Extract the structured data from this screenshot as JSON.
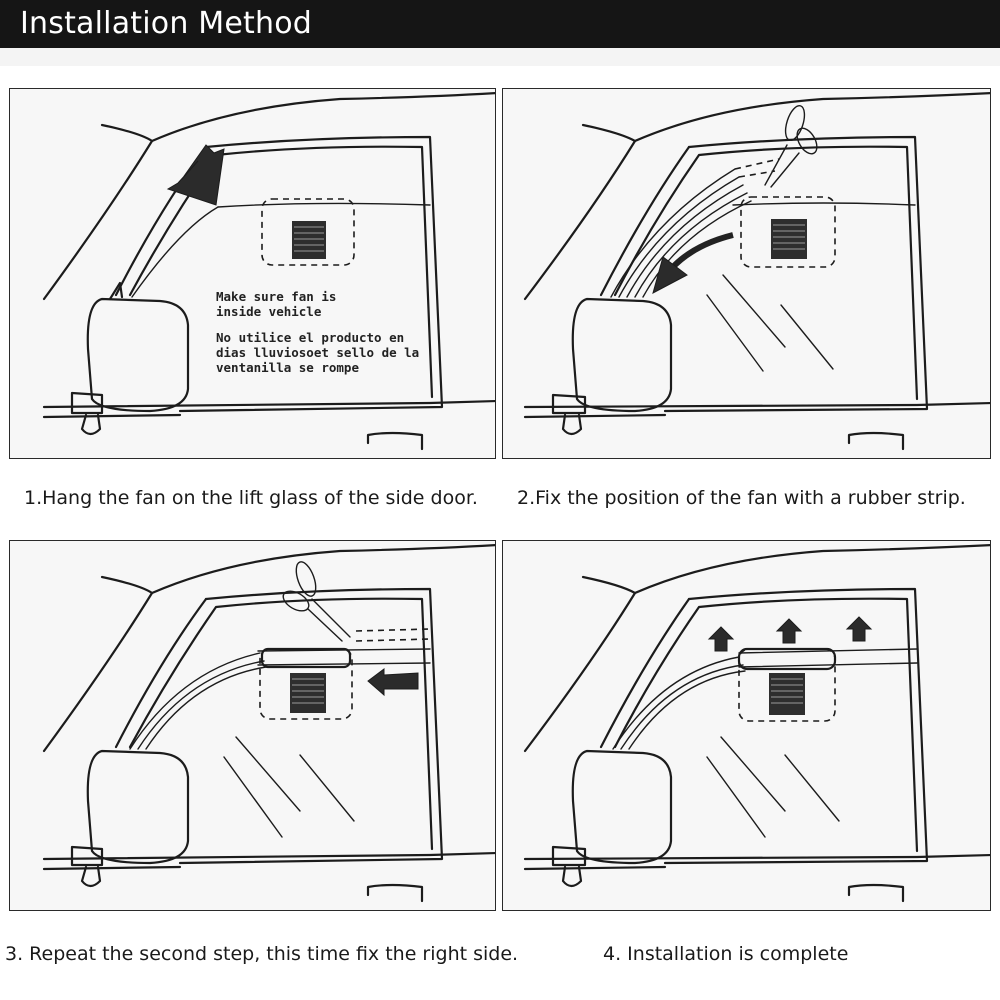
{
  "header": {
    "title": "Installation Method"
  },
  "steps": [
    {
      "caption": "1.Hang the fan on the lift glass of the side door."
    },
    {
      "caption": "2.Fix the position of the fan with a rubber strip."
    },
    {
      "caption": "3. Repeat the second step, this time fix the right side."
    },
    {
      "caption": "4. Installation is complete"
    }
  ],
  "fan_note": {
    "english_line1": "Make sure fan is",
    "english_line2": "inside vehicle",
    "spanish_line1": "No utilice el producto en",
    "spanish_line2": "dias lluviosoet sello de la",
    "spanish_line3": "ventanilla se rompe"
  },
  "icons": {
    "step1": "down-left-arrow-icon",
    "step2": [
      "scissors-icon",
      "curved-arrow-icon"
    ],
    "step3": [
      "scissors-icon",
      "left-arrow-icon"
    ],
    "step4": "up-arrow-icon"
  }
}
